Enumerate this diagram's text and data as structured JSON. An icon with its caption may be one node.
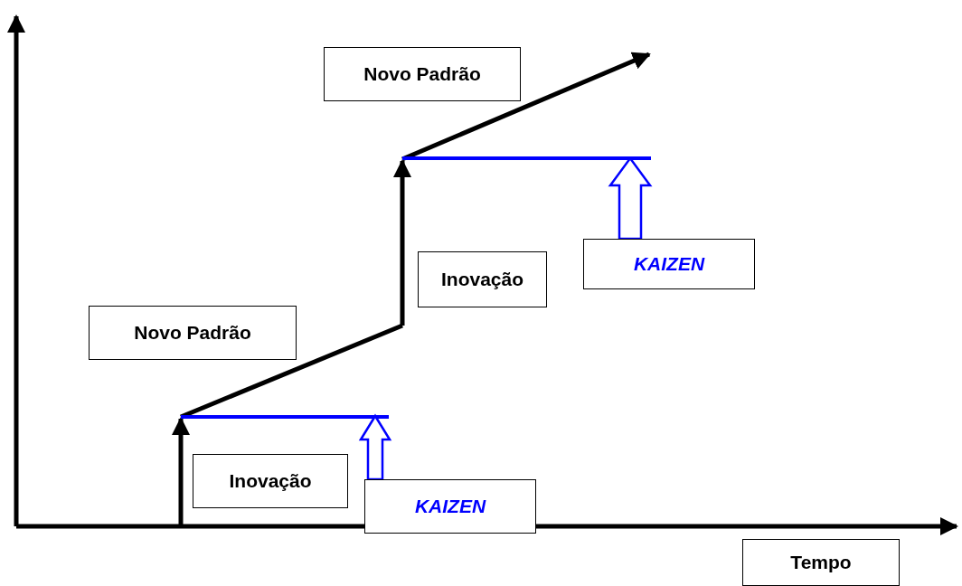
{
  "diagram": {
    "nodes": [
      {
        "text": [
          "Novo Padrão"
        ]
      },
      {
        "text": [
          "Inovação"
        ]
      },
      {
        "text": [
          "KAIZEN"
        ]
      },
      {
        "text": [
          "Novo Padrão"
        ]
      },
      {
        "text": [
          "Inovação"
        ]
      },
      {
        "text": [
          "KAIZEN"
        ]
      },
      {
        "text": [
          "Tempo"
        ]
      }
    ],
    "edges": [
      {
        "from": 2,
        "to": null,
        "arrow": "to",
        "color": "#0000ff"
      },
      {
        "from": 5,
        "to": null,
        "arrow": "to",
        "color": "#0000ff"
      }
    ]
  }
}
